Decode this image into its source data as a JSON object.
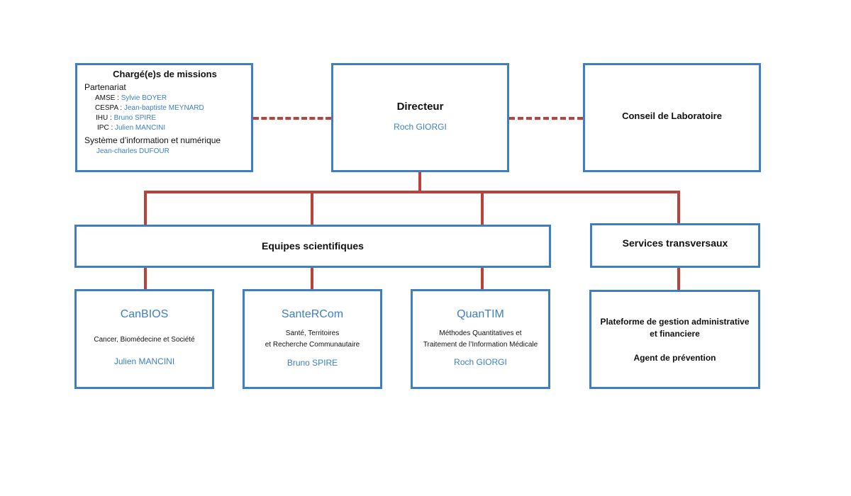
{
  "missions": {
    "title": "Chargé(e)s de missions",
    "partenariat_label": "Partenariat",
    "partners": [
      {
        "org": "AMSE : ",
        "name": "Sylvie BOYER"
      },
      {
        "org": "CESPA : ",
        "name": "Jean-baptiste MEYNARD"
      },
      {
        "org": "IHU : ",
        "name": "Bruno SPIRE"
      },
      {
        "org": "IPC : ",
        "name": "Julien MANCINI"
      }
    ],
    "si_label": "Système d’information et numérique",
    "si_name": "Jean-charles DUFOUR"
  },
  "directeur": {
    "title": "Directeur",
    "name": "Roch GIORGI"
  },
  "conseil": {
    "title": "Conseil de Laboratoire"
  },
  "equipes": {
    "title": "Equipes scientifiques"
  },
  "services": {
    "title": "Services transversaux"
  },
  "teams": [
    {
      "name": "CanBIOS",
      "desc_line1": "Cancer, Biomédecine et Société",
      "desc_line2": "",
      "person": "Julien MANCINI"
    },
    {
      "name": "SanteRCom",
      "desc_line1": "Santé, Territoires",
      "desc_line2": "et Recherche Communautaire",
      "person": "Bruno SPIRE"
    },
    {
      "name": "QuanTIM",
      "desc_line1": "Méthodes Quantitatives et",
      "desc_line2": "Traitement de l’Information Médicale",
      "person": "Roch GIORGI"
    }
  ],
  "plateforme": {
    "line1": "Plateforme de gestion administrative",
    "line2": "et financiere",
    "agent": "Agent de prévention"
  },
  "colors": {
    "box_border": "#3d7fc1",
    "connector": "#b8433a",
    "name_text": "#3d7fc1"
  }
}
